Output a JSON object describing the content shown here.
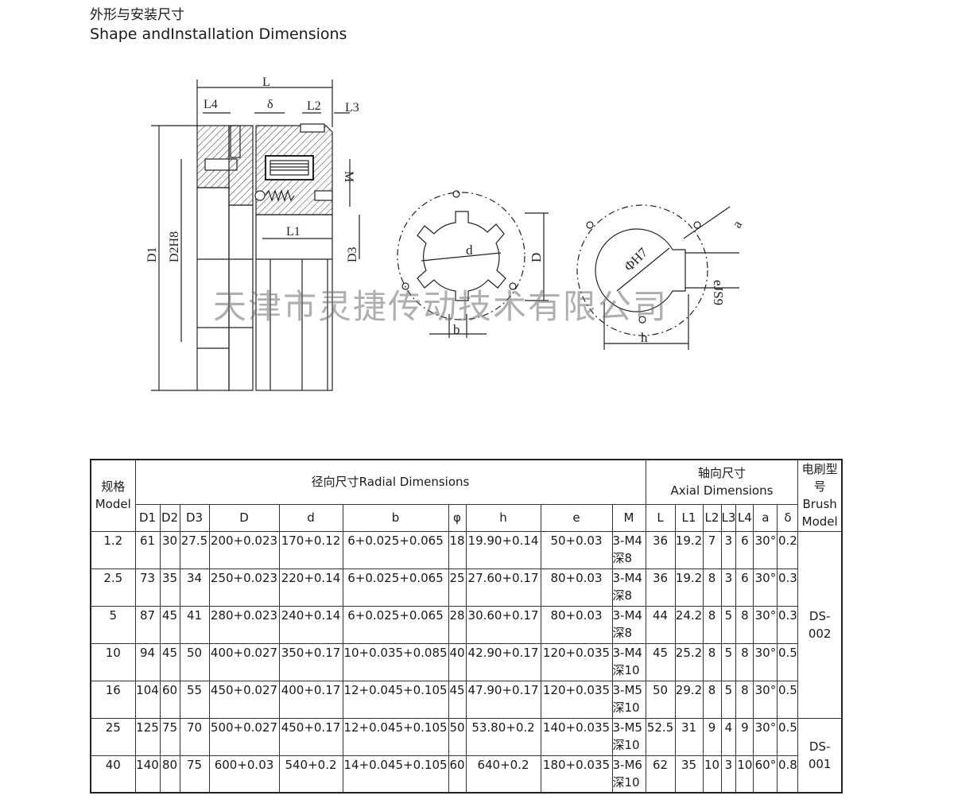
{
  "heading": {
    "zh": "外形与安装尺寸",
    "en": "Shape andInstallation Dimensions"
  },
  "drawing": {
    "labels": {
      "L": "L",
      "L4": "L4",
      "delta": "δ",
      "L2": "L2",
      "L3": "L3",
      "M": "M",
      "L1": "L1",
      "D1": "D1",
      "D2H8": "D2H8",
      "D3": "D3",
      "d": "d",
      "D": "D",
      "b": "b",
      "phiH7": "ΦH7",
      "a": "a",
      "eJS9": "eJS9",
      "h": "h"
    }
  },
  "watermark": "天津市灵捷传动技术有限公司",
  "table": {
    "model_header": "规格Model",
    "radial_header": "径向尺寸Radial Dimensions",
    "axial_header_zh": "轴向尺寸",
    "axial_header_en": "Axial Dimensions",
    "brush_header": "电刷型号Brush Model",
    "columns": [
      "D1",
      "D2",
      "D3",
      "D",
      "d",
      "b",
      "φ",
      "h",
      "e",
      "M",
      "L",
      "L1",
      "L2",
      "L3",
      "L4",
      "a",
      "δ"
    ],
    "rows": [
      {
        "model": "1.2",
        "D1": "61",
        "D2": "30",
        "D3": "27.5",
        "D": "200+0.023",
        "d": "170+0.12",
        "b": "6+0.025+0.065",
        "phi": "18",
        "h": "19.90+0.14",
        "e": "50+0.03",
        "M": "3-M4深8",
        "L": "36",
        "L1": "19.2",
        "L2": "7",
        "L3": "3",
        "L4": "6",
        "a": "30°",
        "delta": "0.2"
      },
      {
        "model": "2.5",
        "D1": "73",
        "D2": "35",
        "D3": "34",
        "D": "250+0.023",
        "d": "220+0.14",
        "b": "6+0.025+0.065",
        "phi": "25",
        "h": "27.60+0.17",
        "e": "80+0.03",
        "M": "3-M4深8",
        "L": "36",
        "L1": "19.2",
        "L2": "8",
        "L3": "3",
        "L4": "6",
        "a": "30°",
        "delta": "0.3"
      },
      {
        "model": "5",
        "D1": "87",
        "D2": "45",
        "D3": "41",
        "D": "280+0.023",
        "d": "240+0.14",
        "b": "6+0.025+0.065",
        "phi": "28",
        "h": "30.60+0.17",
        "e": "80+0.03",
        "M": "3-M4深8",
        "L": "44",
        "L1": "24.2",
        "L2": "8",
        "L3": "5",
        "L4": "8",
        "a": "30°",
        "delta": "0.3"
      },
      {
        "model": "10",
        "D1": "94",
        "D2": "45",
        "D3": "50",
        "D": "400+0.027",
        "d": "350+0.17",
        "b": "10+0.035+0.085",
        "phi": "40",
        "h": "42.90+0.17",
        "e": "120+0.035",
        "M": "3-M4深10",
        "L": "45",
        "L1": "25.2",
        "L2": "8",
        "L3": "5",
        "L4": "8",
        "a": "30°",
        "delta": "0.5"
      },
      {
        "model": "16",
        "D1": "104",
        "D2": "60",
        "D3": "55",
        "D": "450+0.027",
        "d": "400+0.17",
        "b": "12+0.045+0.105",
        "phi": "45",
        "h": "47.90+0.17",
        "e": "120+0.035",
        "M": "3-M5深10",
        "L": "50",
        "L1": "29.2",
        "L2": "8",
        "L3": "5",
        "L4": "8",
        "a": "30°",
        "delta": "0.5"
      },
      {
        "model": "25",
        "D1": "125",
        "D2": "75",
        "D3": "70",
        "D": "500+0.027",
        "d": "450+0.17",
        "b": "12+0.045+0.105",
        "phi": "50",
        "h": "53.80+0.2",
        "e": "140+0.035",
        "M": "3-M5深10",
        "L": "52.5",
        "L1": "31",
        "L2": "9",
        "L3": "4",
        "L4": "9",
        "a": "30°",
        "delta": "0.5"
      },
      {
        "model": "40",
        "D1": "140",
        "D2": "80",
        "D3": "75",
        "D": "600+0.03",
        "d": "540+0.2",
        "b": "14+0.045+0.105",
        "phi": "60",
        "h": "640+0.2",
        "e": "180+0.035",
        "M": "3-M6深10",
        "L": "62",
        "L1": "35",
        "L2": "10",
        "L3": "3",
        "L4": "10",
        "a": "60°",
        "delta": "0.8"
      }
    ],
    "brush": [
      {
        "label": "DS-002",
        "rows": 5
      },
      {
        "label": "DS-001",
        "rows": 2
      }
    ]
  }
}
